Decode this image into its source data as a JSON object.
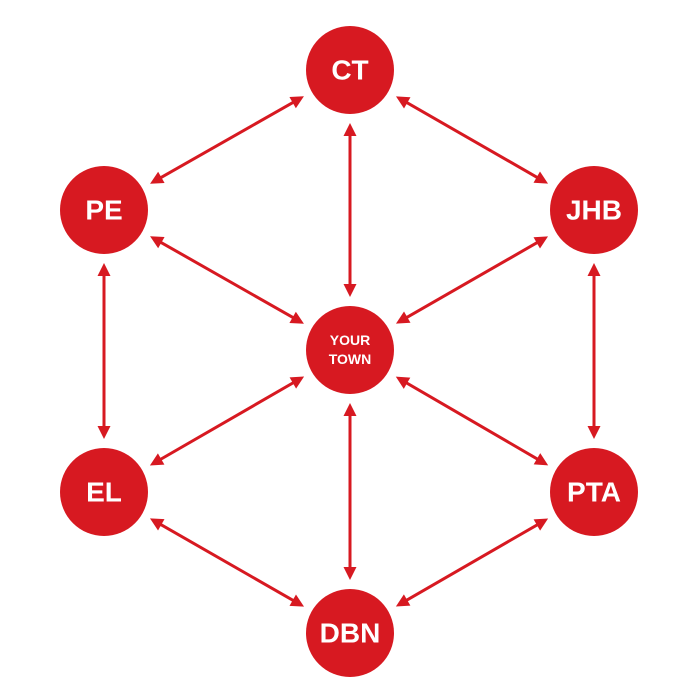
{
  "diagram": {
    "accent_color": "#d71921",
    "text_color": "#ffffff",
    "center": {
      "id": "center",
      "label_lines": [
        "YOUR",
        "TOWN"
      ]
    },
    "nodes": [
      {
        "id": "ct",
        "label": "CT"
      },
      {
        "id": "jhb",
        "label": "JHB"
      },
      {
        "id": "pta",
        "label": "PTA"
      },
      {
        "id": "dbn",
        "label": "DBN"
      },
      {
        "id": "el",
        "label": "EL"
      },
      {
        "id": "pe",
        "label": "PE"
      }
    ],
    "links": [
      [
        "ct",
        "jhb"
      ],
      [
        "jhb",
        "pta"
      ],
      [
        "pta",
        "dbn"
      ],
      [
        "dbn",
        "el"
      ],
      [
        "el",
        "pe"
      ],
      [
        "pe",
        "ct"
      ],
      [
        "center",
        "ct"
      ],
      [
        "center",
        "jhb"
      ],
      [
        "center",
        "pta"
      ],
      [
        "center",
        "dbn"
      ],
      [
        "center",
        "el"
      ],
      [
        "center",
        "pe"
      ]
    ],
    "bidirectional": true
  }
}
